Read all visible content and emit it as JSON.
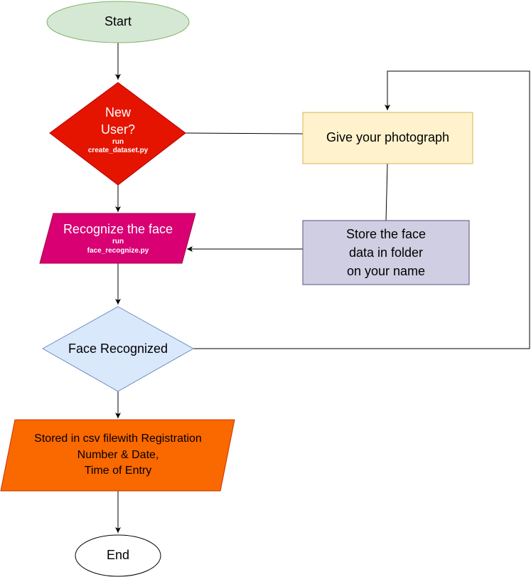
{
  "nodes": {
    "start": {
      "label": "Start",
      "fill": "#d5e8d4",
      "stroke": "#82b366"
    },
    "new_user": {
      "label": "New\nUser?",
      "sub": "run\ncreate_dataset.py",
      "fill": "#e51400",
      "stroke": "#b20000",
      "text": "#ffffff"
    },
    "photograph": {
      "label": "Give your photograph",
      "fill": "#fff2cc",
      "stroke": "#d6b656"
    },
    "recognize": {
      "label": "Recognize the face",
      "sub": "run\nface_recognize.py",
      "fill": "#d80073",
      "stroke": "#a50040",
      "text": "#ffffff"
    },
    "store_face": {
      "label": "Store the face\ndata in folder\non your name",
      "fill": "#d0cee2",
      "stroke": "#56517e"
    },
    "face_recognized": {
      "label": "Face Recognized",
      "fill": "#dae8fc",
      "stroke": "#6c8ebf"
    },
    "stored_csv": {
      "label": "Stored in csv filewith Registration\nNumber & Date,\nTime of Entry",
      "fill": "#fa6800",
      "stroke": "#c73500"
    },
    "end": {
      "label": "End",
      "fill": "#ffffff",
      "stroke": "#000000"
    }
  }
}
